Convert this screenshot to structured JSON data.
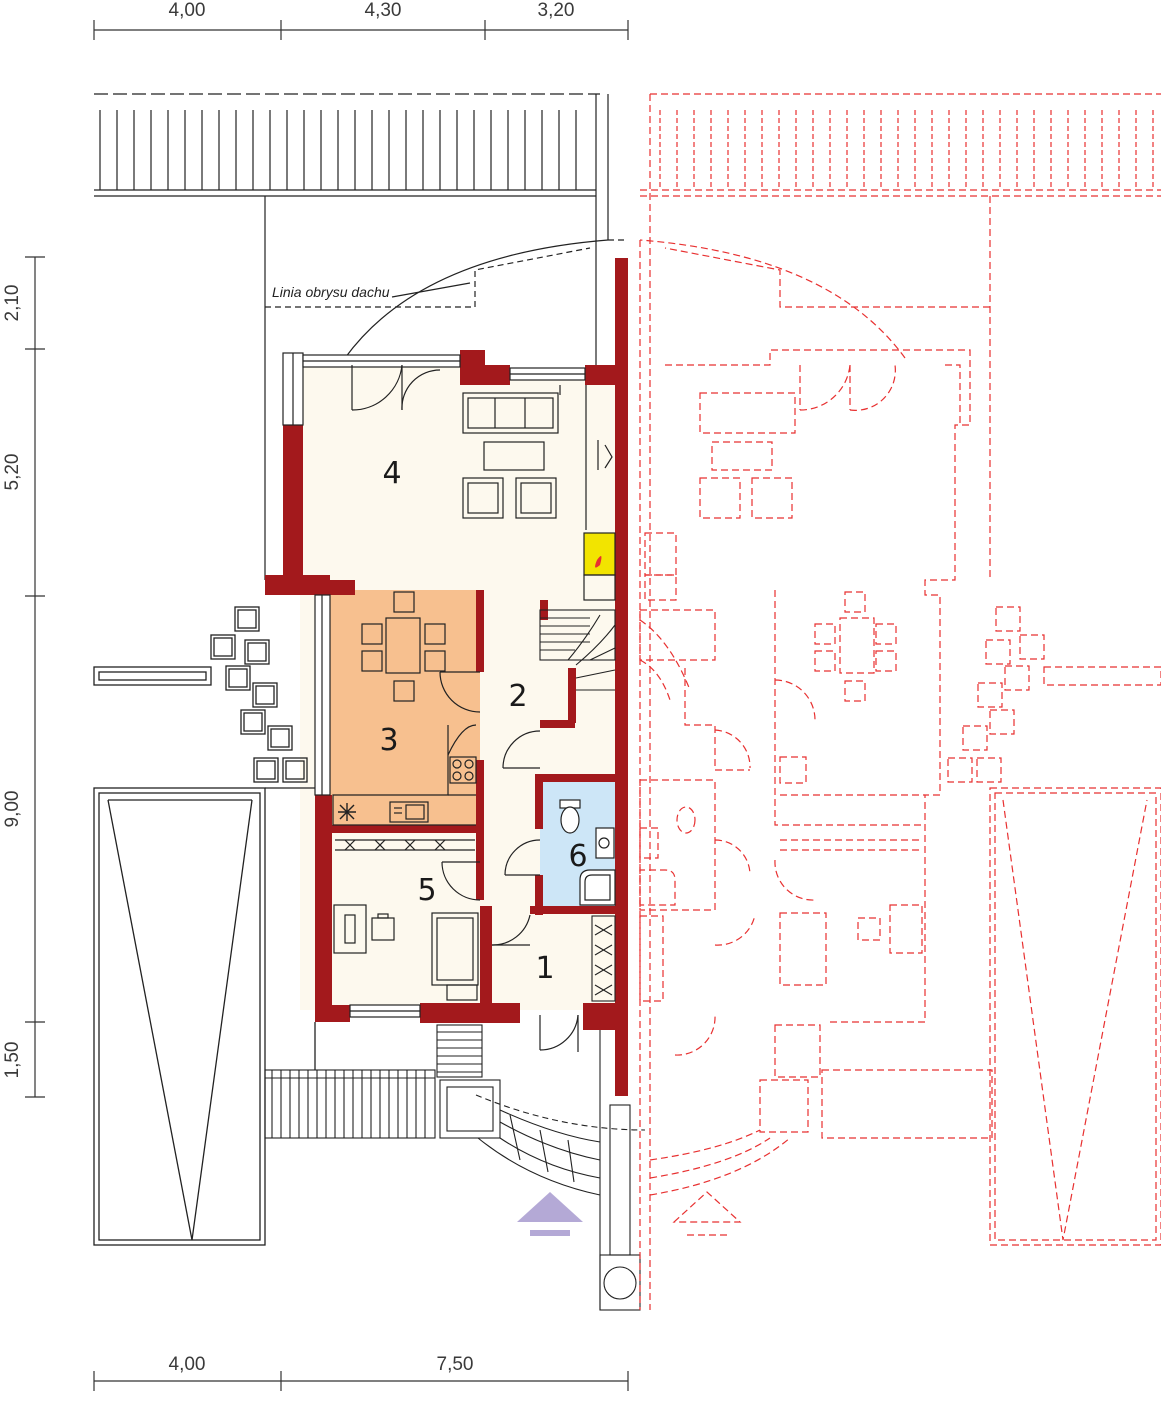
{
  "colors": {
    "wall": "#a3191c",
    "floor": "#fdf9ee",
    "dining": "#f7c08f",
    "bathroom": "#cde6f7",
    "fireplace": "#f2e400",
    "mirror": "#e83030",
    "entrance": "#b4a9d6",
    "line": "#222222"
  },
  "dimensions": {
    "top": [
      "4,00",
      "4,30",
      "3,20"
    ],
    "bottom": [
      "4,00",
      "7,50"
    ],
    "left": [
      "2,10",
      "5,20",
      "9,00",
      "1,50"
    ]
  },
  "rooms": [
    {
      "number": "1"
    },
    {
      "number": "2"
    },
    {
      "number": "3"
    },
    {
      "number": "4"
    },
    {
      "number": "5"
    },
    {
      "number": "6"
    }
  ],
  "annotations": {
    "roof_outline": "Linia obrysu dachu"
  },
  "icons": [
    "fridge-icon",
    "stove-icon",
    "sink-icon",
    "toilet-icon",
    "shower-icon",
    "fireplace-icon",
    "entrance-arrow-icon"
  ]
}
